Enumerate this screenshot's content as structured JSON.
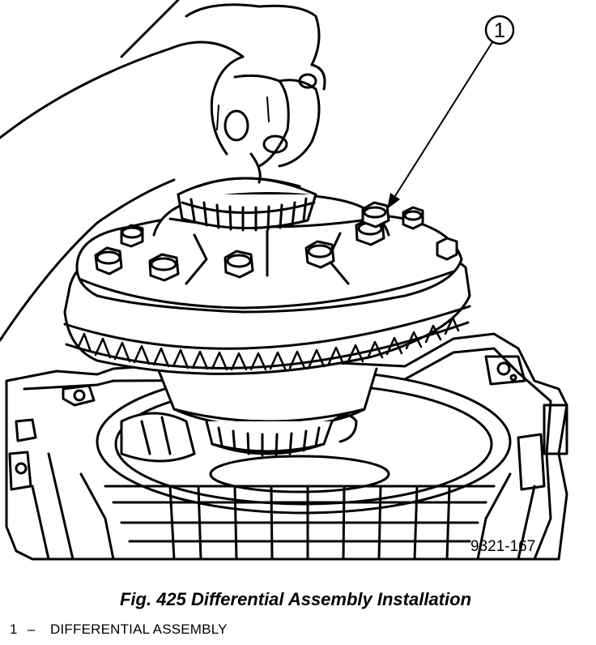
{
  "figure": {
    "callout_number": "1",
    "figure_id": "9321-167",
    "caption": "Fig. 425 Differential Assembly Installation"
  },
  "legend": [
    {
      "number": "1",
      "separator": "–",
      "label": "DIFFERENTIAL ASSEMBLY"
    }
  ]
}
